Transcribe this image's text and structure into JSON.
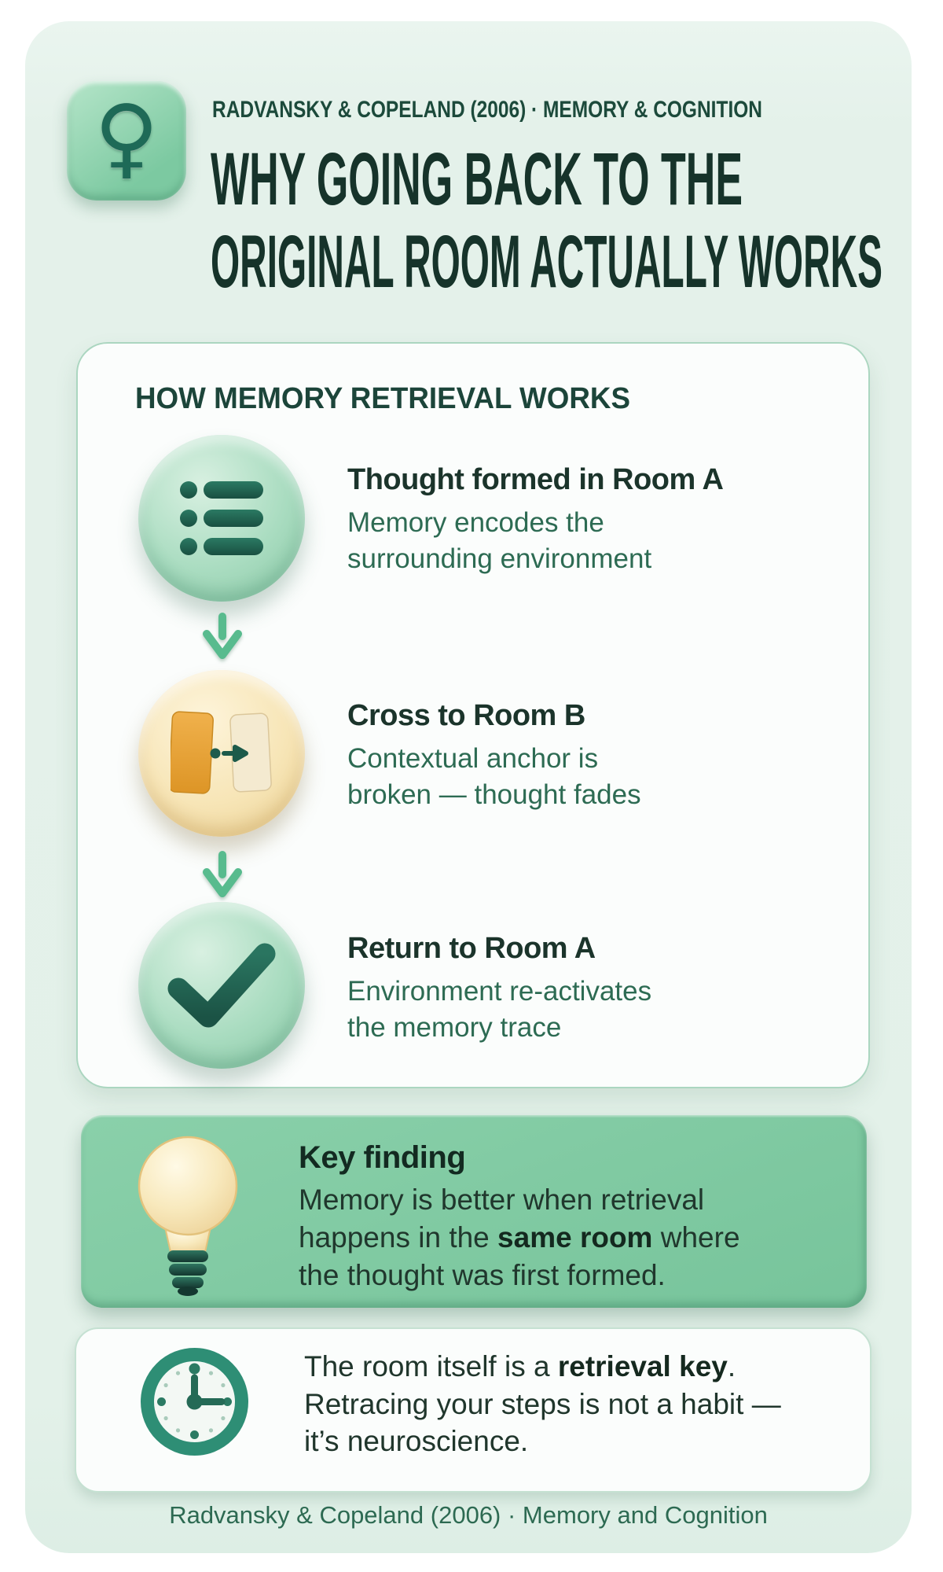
{
  "header": {
    "icon": "female-symbol-icon",
    "icon_glyph": "♀",
    "kicker": "RADVANSKY & COPELAND (2006) · MEMORY & COGNITION",
    "title_line1": "WHY GOING BACK TO THE",
    "title_line2": "ORIGINAL ROOM ACTUALLY WORKS"
  },
  "process": {
    "heading": "HOW MEMORY RETRIEVAL WORKS",
    "steps": [
      {
        "icon": "list-icon",
        "title": "Thought formed in Room A",
        "desc_line1": "Memory encodes the",
        "desc_line2": "surrounding environment"
      },
      {
        "icon": "doors-icon",
        "title": "Cross to Room B",
        "desc_line1": "Contextual anchor is",
        "desc_line2": "broken — thought fades"
      },
      {
        "icon": "checkmark-icon",
        "title": "Return to Room A",
        "desc_line1": "Environment re-activates",
        "desc_line2": "the memory trace"
      }
    ],
    "connector_icon": "down-arrow-icon"
  },
  "key_finding": {
    "icon": "lightbulb-icon",
    "title": "Key finding",
    "line1": "Memory is better when retrieval",
    "line2_pre": "happens in the ",
    "line2_bold": "same room",
    "line2_post": " where",
    "line3": "the thought was first formed."
  },
  "note": {
    "icon": "clock-icon",
    "line1_pre": "The room itself is a ",
    "line1_bold": "retrieval key",
    "line1_post": ".",
    "line2": "Retracing your steps is not a habit —",
    "line3": "it’s neuroscience."
  },
  "footer": {
    "text": "Radvansky & Copeland (2006) · Memory and Cognition"
  },
  "colors": {
    "poster_bg": "#e3f1e9",
    "ink_dark": "#16332a",
    "green_text": "#2d6b53",
    "key_finding_bg": "#7ec8a2",
    "accent_teal": "#1f6353",
    "door_orange": "#e8a63e",
    "cream_circle": "#f6e4b4",
    "mint_circle": "#a8dcc0",
    "arrow_green": "#58bb8e",
    "clock_teal": "#2e8e75",
    "bulb_yellow": "#f8e9bd"
  }
}
